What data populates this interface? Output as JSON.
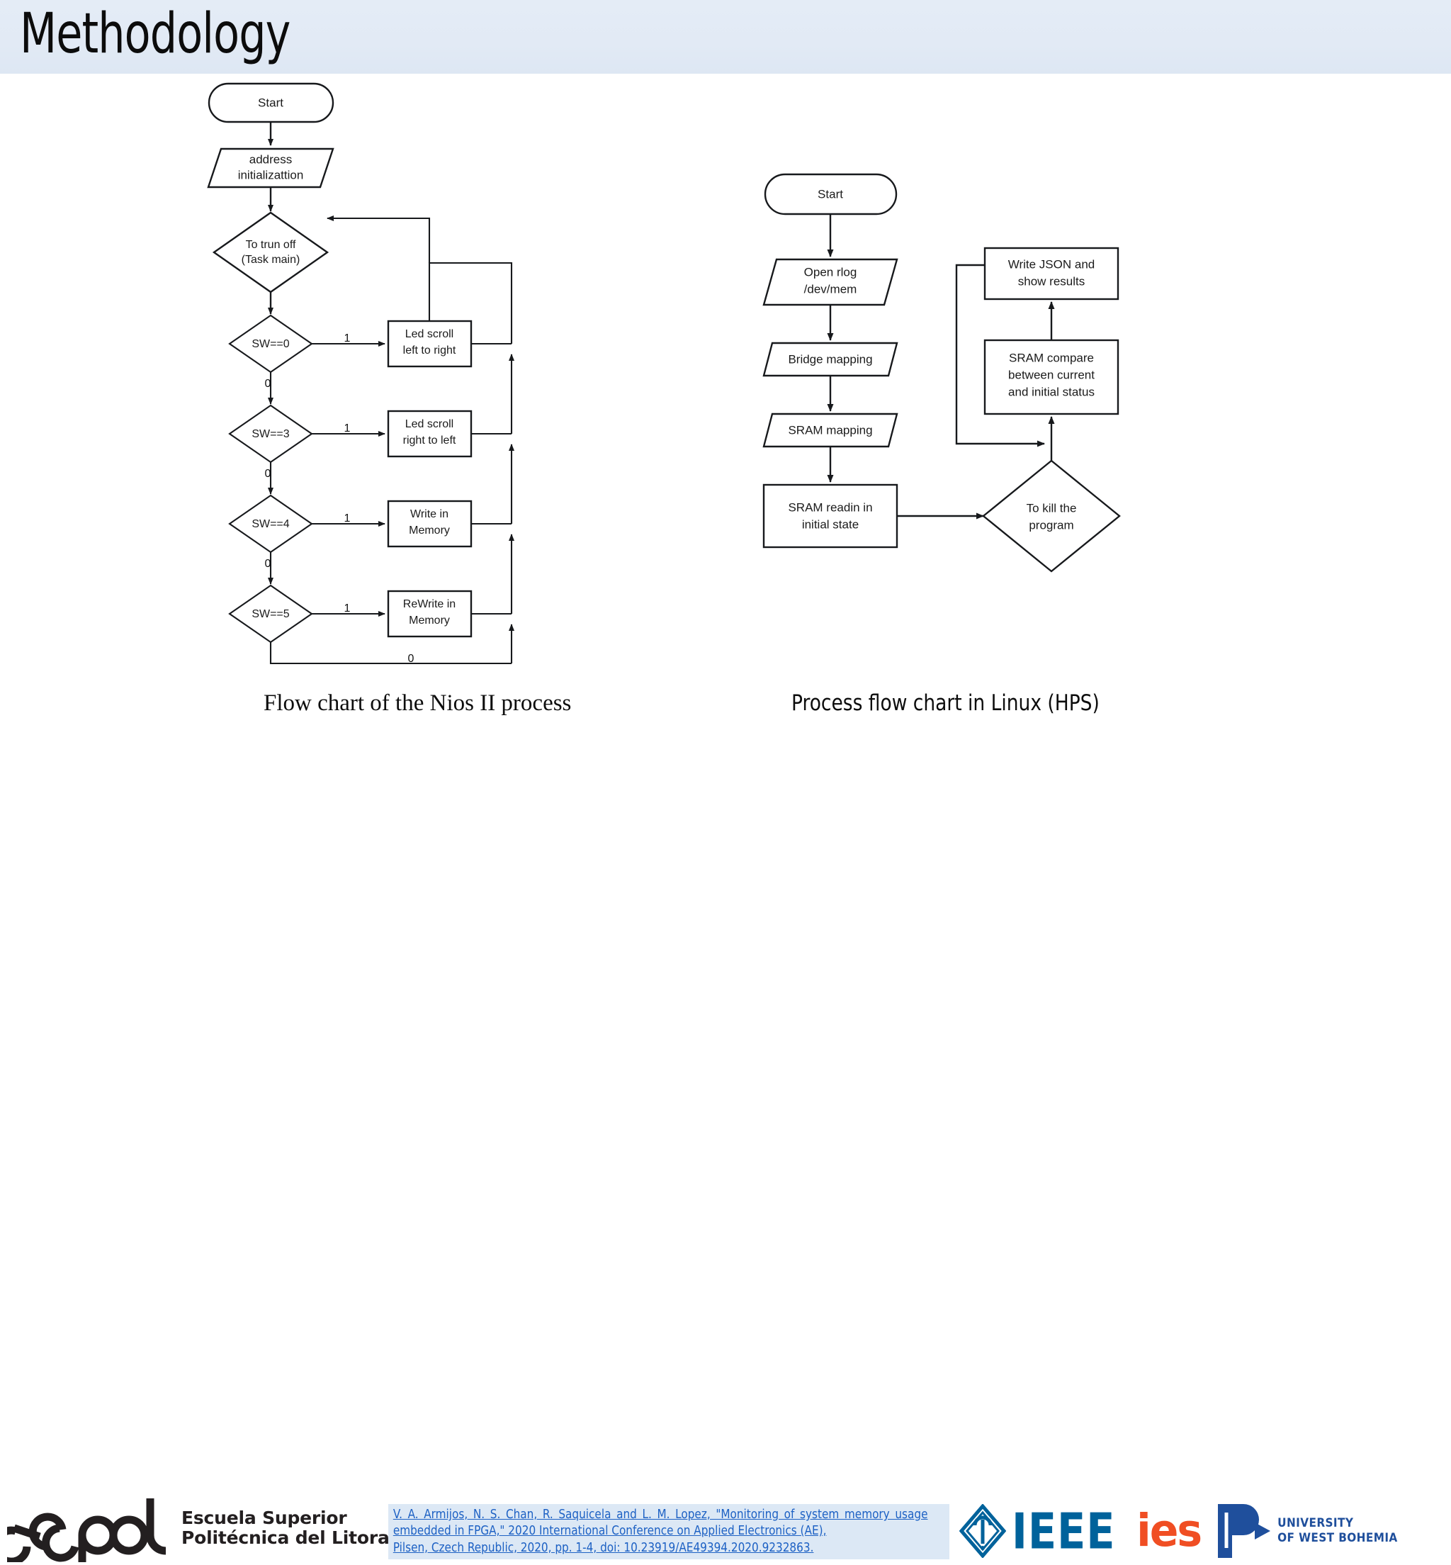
{
  "header": {
    "title": "Methodology",
    "bg_color": "#e3ebf6"
  },
  "left_chart": {
    "caption": "Flow chart of the Nios II process",
    "nodes": {
      "start": "Start",
      "init": "address\ninitializattion",
      "init_line1": "address",
      "init_line2": "initializattion",
      "task_line1": "To trun off",
      "task_line2": "(Task main)",
      "sw0": "SW==0",
      "sw3": "SW==3",
      "sw4": "SW==4",
      "sw5": "SW==5",
      "p0_line1": "Led scroll",
      "p0_line2": "left to right",
      "p3_line1": "Led scroll",
      "p3_line2": "right to left",
      "p4_line1": "Write in",
      "p4_line2": "Memory",
      "p5_line1": "ReWrite in",
      "p5_line2": "Memory"
    },
    "edge_labels": {
      "yes": "1",
      "no": "0",
      "tail_no": "0"
    }
  },
  "right_chart": {
    "caption": "Process flow chart in Linux (HPS)",
    "nodes": {
      "start": "Start",
      "open_line1": "Open rlog",
      "open_line2": "/dev/mem",
      "bridge": "Bridge mapping",
      "sram_map": "SRAM mapping",
      "readin_line1": "SRAM readin in",
      "readin_line2": "initial state",
      "kill_line1": "To kill the",
      "kill_line2": "program",
      "compare_line1": "SRAM compare",
      "compare_line2": "between current",
      "compare_line3": "and initial status",
      "json_line1": "Write JSON and",
      "json_line2": "show results"
    }
  },
  "footer": {
    "espol_line1": "Escuela Superior",
    "espol_line2": "Politécnica del Litoral",
    "citation": "V. A. Armijos, N. S. Chan, R. Saquicela and L. M. Lopez, \"Monitoring of system memory usage embedded in FPGA,\" 2020 International Conference on Applied Electronics (AE),",
    "citation_last": "Pilsen, Czech Republic, 2020, pp. 1-4, doi: 10.23919/AE49394.2020.9232863.",
    "citation_color": "#1d61c4",
    "citation_bg": "#dce8f5",
    "ieee_label": "IEEE",
    "ies_label": "ies",
    "uwb_line1": "UNIVERSITY",
    "uwb_line2": "OF WEST BOHEMIA",
    "ieee_color": "#00629b",
    "ies_color": "#f04e23",
    "uwb_color": "#1f4f9c"
  }
}
